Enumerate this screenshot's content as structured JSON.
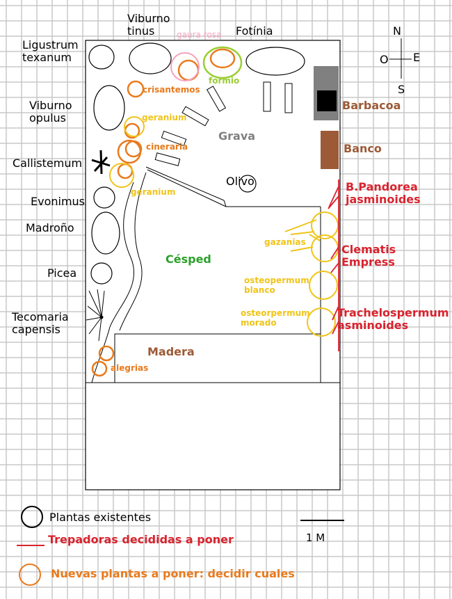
{
  "compass": {
    "n": "N",
    "s": "S",
    "e": "E",
    "o": "O"
  },
  "labels": {
    "viburno_tinus": "Viburno\ntinus",
    "gaura_rosa": "gaura rosa",
    "fotinia": "Fotínia",
    "ligustrum": "Ligustrum\ntexanum",
    "formio": "formio",
    "crisantemos": "crisantemos",
    "viburno_opulus": "Viburno\nopulus",
    "geranium_1": "geranium",
    "grava": "Grava",
    "barbacoa": "Barbacoa",
    "cineraria": "cineraria",
    "banco": "Banco",
    "callistemum": "Callistemum",
    "olivo": "Olivo",
    "pandorea": "B.Pandorea\njasminoides",
    "geranium_2": "geranium",
    "evonimus": "Evonimus",
    "madrono": "Madroño",
    "gazanias": "gazanias",
    "clematis": "Clematis\nEmpress",
    "cesped": "Césped",
    "picea": "Picea",
    "osteo_blanco": "osteopermum\nblanco",
    "osteo_morado": "osteorpermum\nmorado",
    "trachelospermum": "Trachelospermum\nasminoides",
    "tecomaria": "Tecomaria\ncapensis",
    "madera": "Madera",
    "alegrias": "alegrias"
  },
  "legend": {
    "existing": "Plantas existentes",
    "climbers": "Trepadoras decididas a poner",
    "new_plants": "Nuevas plantas a poner: decidir cuales",
    "scale": "1 M"
  },
  "colors": {
    "existing": "#000000",
    "climbers": "#d9232e",
    "new_plants": "#e87a1c",
    "yellow_plants": "#f0c419",
    "barbacoa": "#808080",
    "banco": "#9c5a36",
    "grid": "#c8c8c8"
  }
}
